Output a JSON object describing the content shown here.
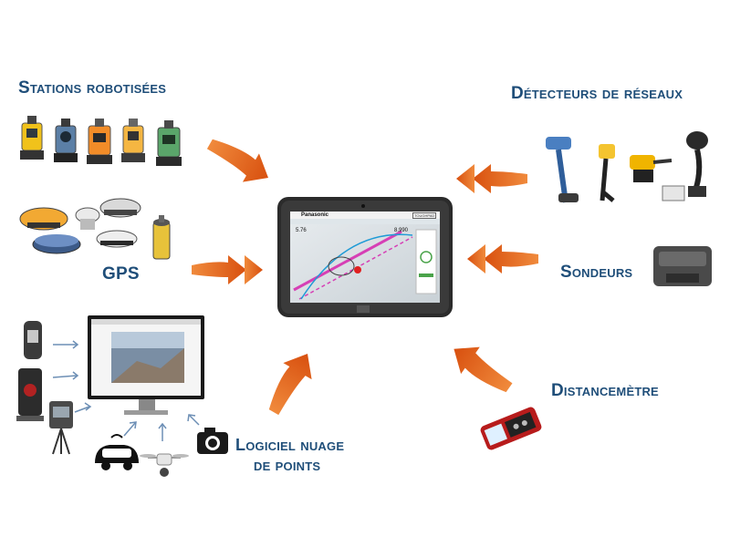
{
  "labels": {
    "stations": "Stations robotisées",
    "gps": "GPS",
    "detecteurs": "Détecteurs de réseaux",
    "sondeurs": "Sondeurs",
    "distancemetre": "Distancemètre",
    "logiciel_line1": "Logiciel nuage",
    "logiciel_line2": "de points"
  },
  "tablet": {
    "brand": "Panasonic",
    "badge": "TOUGHPAD",
    "readout_left": "5.76",
    "readout_right": "8.990"
  },
  "colors": {
    "label": "#1f4e79",
    "arrow": "#e8601c",
    "tablet_frame": "#2b2b2b"
  },
  "icons": [
    "total-station-icon",
    "gps-receiver-icon",
    "cable-locator-icon",
    "echo-sounder-icon",
    "laser-distance-meter-icon",
    "point-cloud-monitor-icon",
    "laser-scanner-icon",
    "drone-icon",
    "autonomous-car-icon",
    "camera-icon"
  ]
}
